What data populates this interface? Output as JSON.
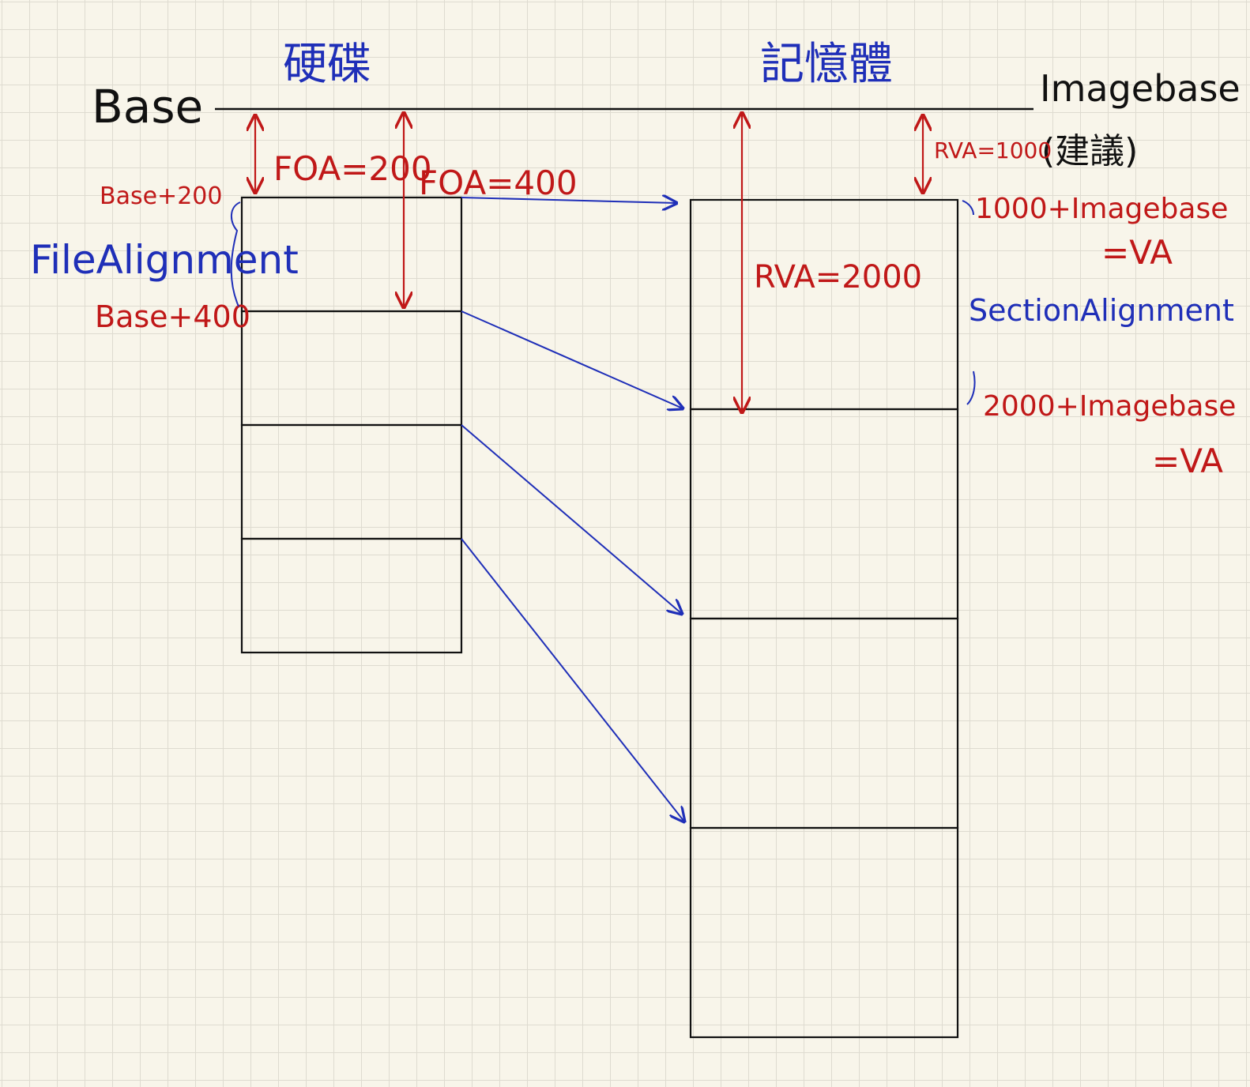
{
  "colors": {
    "red": "#c01818",
    "blue": "#1f2fb8",
    "black": "#111111"
  },
  "labels": {
    "disk_title": "硬碟",
    "memory_title": "記憶體",
    "base": "Base",
    "imagebase": "Imagebase",
    "imagebase_note": "(建議)",
    "foa_200": "FOA=200",
    "foa_400": "FOA=400",
    "rva_1000": "RVA=1000",
    "rva_2000": "RVA=2000",
    "base_plus_200": "Base+200",
    "base_plus_400": "Base+400",
    "file_alignment": "FileAlignment",
    "section_alignment": "SectionAlignment",
    "va_1000": "1000+Imagebase",
    "va_1000_eq": "=VA",
    "va_2000": "2000+Imagebase",
    "va_2000_eq": "=VA"
  }
}
